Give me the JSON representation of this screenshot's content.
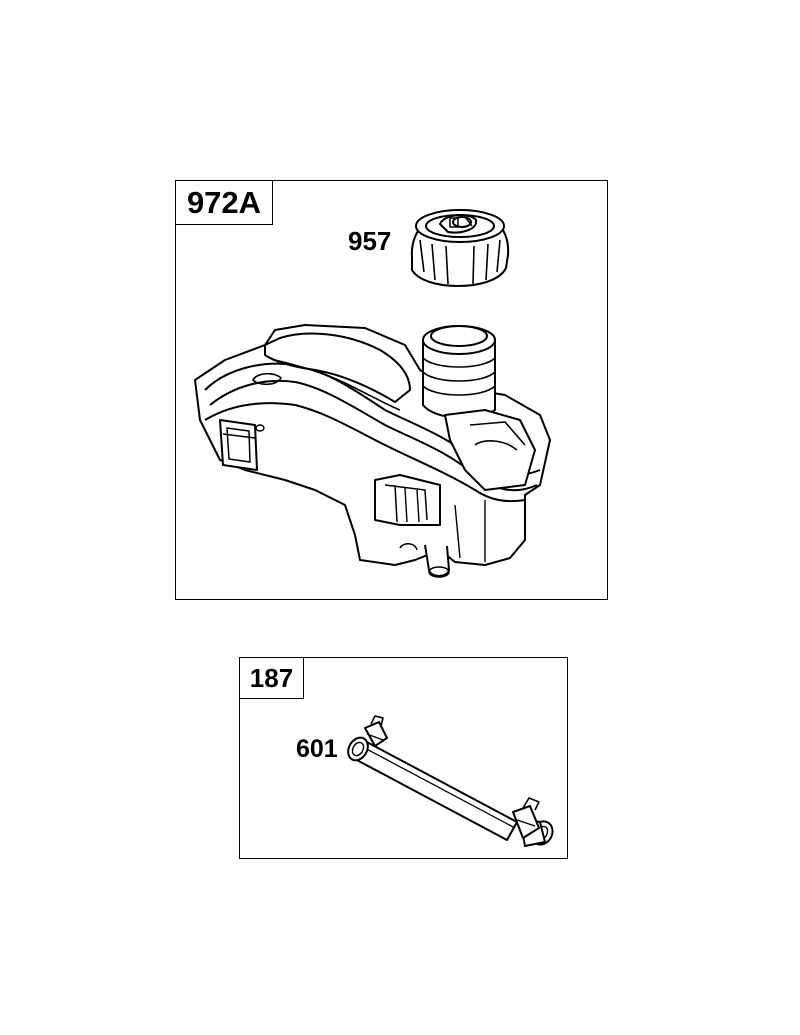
{
  "kits": [
    {
      "id": "kit-tank",
      "label": "972A"
    },
    {
      "id": "kit-hose",
      "label": "187"
    }
  ],
  "callouts": {
    "cap": "957",
    "hose": "601"
  },
  "icons": {
    "cap": "fuel-cap-icon",
    "tank": "fuel-tank-icon",
    "hose": "fuel-hose-icon"
  },
  "colors": {
    "line": "#000000",
    "background": "#ffffff"
  }
}
